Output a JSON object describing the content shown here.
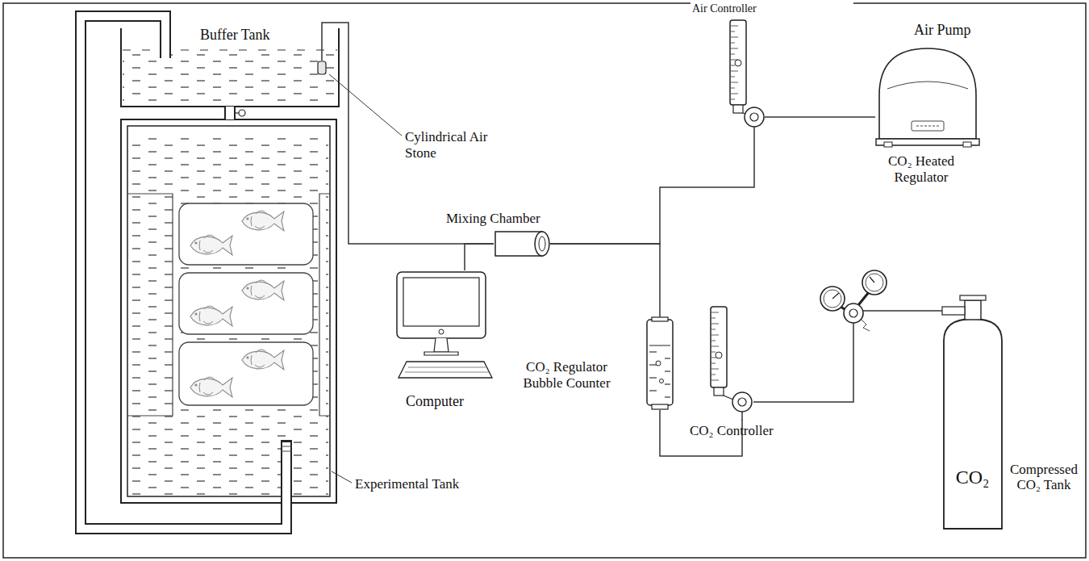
{
  "diagram": {
    "nodes": [
      {
        "text": [
          "Buffer Tank"
        ]
      },
      {
        "text": [
          "Cylindrical Air Stone"
        ],
        "in": 0
      },
      {
        "text": [
          "Experimental Tank"
        ]
      },
      {
        "text": [
          "Air Controller"
        ]
      },
      {
        "text": [
          "Air Pump"
        ]
      },
      {
        "text": [
          "Mixing Chamber"
        ]
      },
      {
        "text": [
          "CO₂ Heated Regulator"
        ]
      },
      {
        "text": [
          "Computer"
        ]
      },
      {
        "text": [
          "CO₂ Regulator Bubble Counter"
        ]
      },
      {
        "text": [
          "CO₂ Controller"
        ]
      },
      {
        "text": [
          "CO₂",
          "Compressed CO₂ Tank"
        ]
      }
    ],
    "edges": [
      {
        "from": 4,
        "to": 3,
        "arrow": "none"
      },
      {
        "from": 3,
        "to": 5,
        "arrow": "none"
      },
      {
        "from": 10,
        "to": 6,
        "arrow": "none"
      },
      {
        "from": 6,
        "to": 9,
        "arrow": "none"
      },
      {
        "from": 9,
        "to": 8,
        "arrow": "none"
      },
      {
        "from": 8,
        "to": 5,
        "arrow": "none"
      },
      {
        "from": 5,
        "to": 1,
        "arrow": "none"
      },
      {
        "from": 5,
        "to": 7,
        "arrow": "none"
      },
      {
        "from": 0,
        "to": 2,
        "arrow": "none"
      },
      {
        "from": 2,
        "to": 0,
        "arrow": "none"
      }
    ]
  }
}
